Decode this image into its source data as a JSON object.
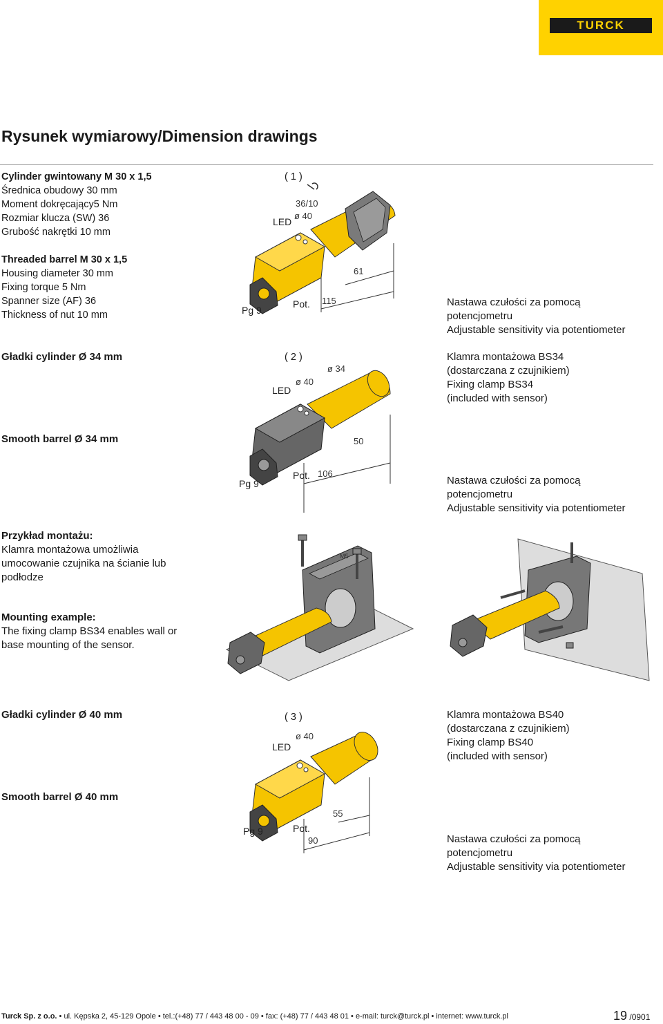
{
  "brand": {
    "logo": "TURCK",
    "color": "#FFD200"
  },
  "title": "Rysunek wymiarowy/Dimension drawings",
  "section1": {
    "pl": [
      "Cylinder gwintowany  M 30 x 1,5",
      "Średnica obudowy    30 mm",
      "Moment dokręcający5 Nm",
      "Rozmiar klucza (SW)   36",
      "Grubość nakrętki   10 mm"
    ],
    "en": [
      "Threaded barrel M 30 x 1,5",
      "Housing diameter 30 mm",
      "Fixing torque 5 Nm",
      "Spanner size (AF) 36",
      "Thickness of nut 10 mm"
    ],
    "fig": "( 1 )",
    "dims": {
      "sw": "36/10",
      "dia": "ø 40",
      "led": "LED",
      "len61": "61",
      "len115": "115",
      "pot": "Pot.",
      "pg": "Pg 9"
    },
    "note": [
      "Nastawa czułości za pomocą",
      "potencjometru",
      "Adjustable sensitivity via potentiometer"
    ]
  },
  "section2": {
    "heading_pl": "Gładki cylinder Ø 34 mm",
    "heading_en": "Smooth barrel  Ø 34 mm",
    "fig": "( 2 )",
    "dims": {
      "dia34": "ø 34",
      "dia40": "ø 40",
      "led": "LED",
      "len50": "50",
      "len106": "106",
      "pot": "Pot.",
      "pg": "Pg 9"
    },
    "clamp": [
      "Klamra montażowa  BS34",
      "(dostarczana z czujnikiem)",
      "Fixing clamp BS34",
      "(included with sensor)"
    ],
    "note": [
      "Nastawa czułości za pomocą",
      "potencjometru",
      "Adjustable sensitivity via potentiometer"
    ]
  },
  "section3": {
    "heading_pl": "Przykład montażu:",
    "text_pl": [
      "Klamra montażowa umożliwia",
      "umocowanie czujnika na ścianie lub",
      "podłodze"
    ],
    "heading_en": "Mounting example:",
    "text_en": [
      "The fixing clamp BS34 enables wall or",
      "base mounting of the sensor."
    ],
    "screw": "M5"
  },
  "section4": {
    "heading_pl": "Gładki cylinder Ø 40 mm",
    "heading_en": "Smooth barrel  Ø 40 mm",
    "fig": "( 3 )",
    "dims": {
      "dia40": "ø 40",
      "led": "LED",
      "len55": "55",
      "len90": "90",
      "pot": "Pot.",
      "pg": "Pg 9"
    },
    "clamp": [
      "Klamra montażowa BS40",
      "(dostarczana z czujnikiem)",
      "Fixing clamp BS40",
      "(included with sensor)"
    ],
    "note": [
      "Nastawa czułości za pomocą",
      "potencjometru",
      "Adjustable sensitivity via potentiometer"
    ]
  },
  "footer": {
    "company": "Turck Sp. z o.o.",
    "address": " • ul. Kępska 2, 45-129 Opole • tel.:(+48) 77 / 443 48 00 - 09 • fax: (+48) 77 / 443 48 01 • e-mail: turck@turck.pl • internet: www.turck.pl",
    "page": "19",
    "rev": " /0901"
  }
}
